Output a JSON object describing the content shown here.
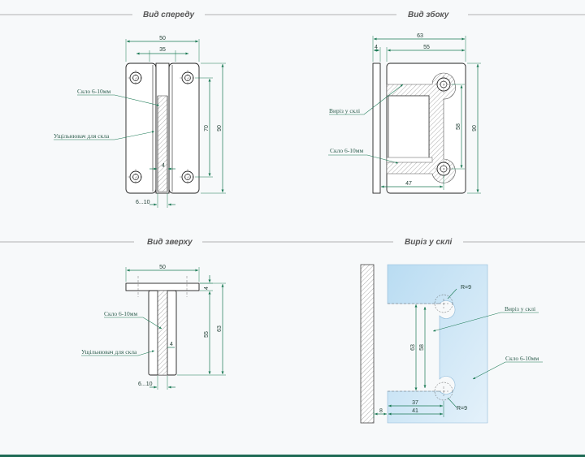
{
  "views": {
    "front": {
      "title": "Вид спереду",
      "glass_label": "Скло 6-10мм",
      "seal_label": "Ущільнювач для скла",
      "dims": {
        "w50": "50",
        "w35": "35",
        "h70": "70",
        "h90": "90",
        "t4": "4",
        "g610": "6...10"
      }
    },
    "side": {
      "title": "Вид збоку",
      "cutout_label": "Виріз у склі",
      "glass_label": "Скло 6-10мм",
      "dims": {
        "w63": "63",
        "w4": "4",
        "w55": "55",
        "h58": "58",
        "h90": "90",
        "w47": "47"
      }
    },
    "top": {
      "title": "Вид зверху",
      "glass_label": "Скло 6-10мм",
      "seal_label": "Ущільнювач для скла",
      "dims": {
        "w50": "50",
        "t4a": "4",
        "h55": "55",
        "h63": "63",
        "t4b": "4",
        "g610": "6...10"
      }
    },
    "cutout": {
      "title": "Виріз у склі",
      "cutout_label": "Виріз у склі",
      "glass_label": "Скло 6-10мм",
      "dims": {
        "r9a": "R=9",
        "r9b": "R=9",
        "h63": "63",
        "h58": "58",
        "w37": "37",
        "w41": "41",
        "gap8": "8"
      }
    }
  },
  "colors": {
    "accent": "#1b7a55",
    "glass_fill": "#cfe6f5",
    "footer": "#1f6b55"
  }
}
